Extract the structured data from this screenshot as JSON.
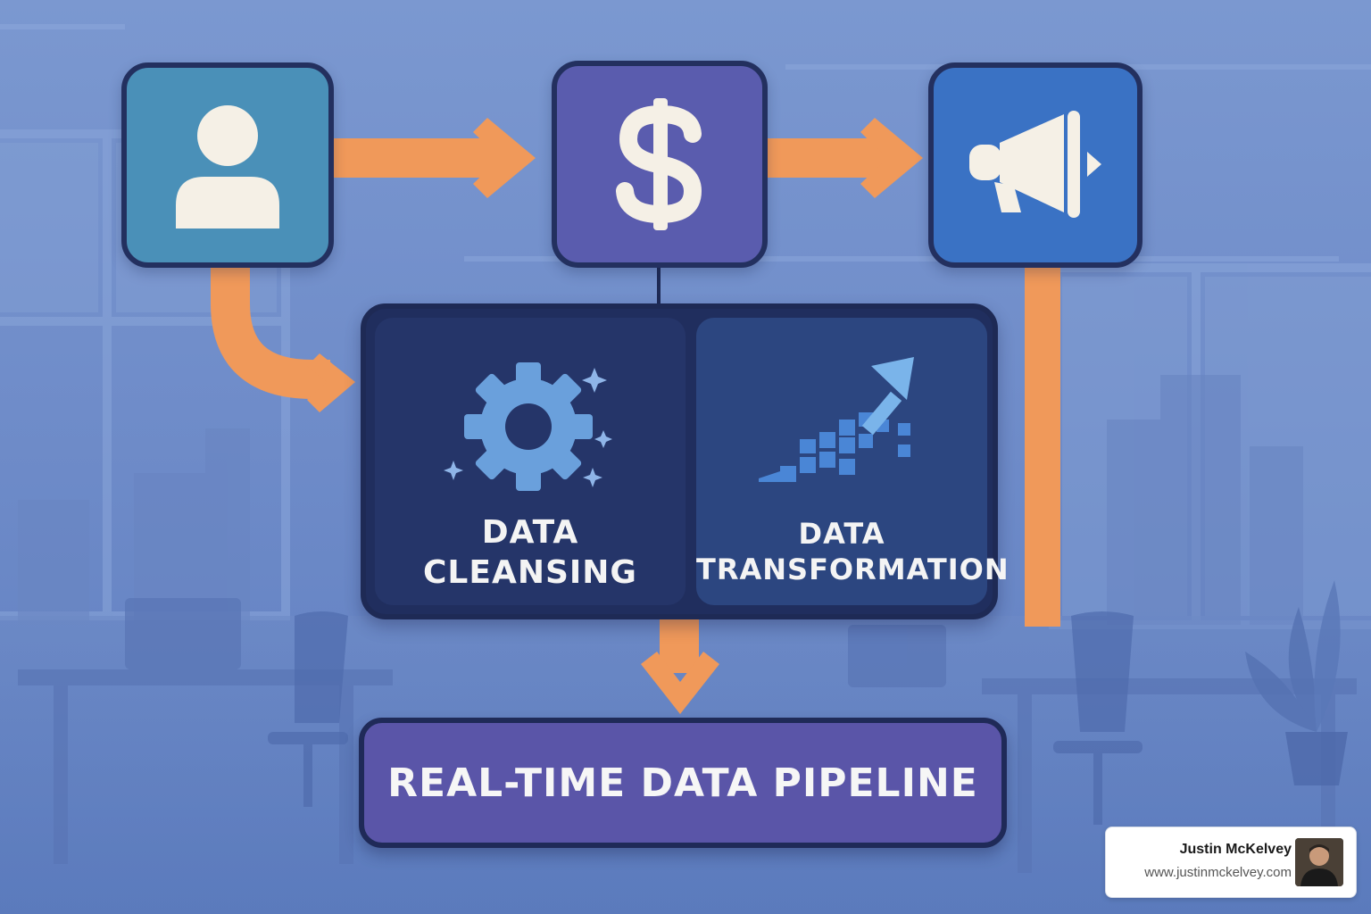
{
  "diagram": {
    "nodes": {
      "user": {
        "icon": "user-icon"
      },
      "revenue": {
        "icon": "dollar-icon"
      },
      "marketing": {
        "icon": "megaphone-icon"
      }
    },
    "cleansing": {
      "icon": "gear-icon",
      "label_line1": "DATA",
      "label_line2": "CLEANSING"
    },
    "transformation": {
      "icon": "growth-chart-icon",
      "label_line1": "DATA",
      "label_line2": "TRANSFORMATION"
    },
    "pipeline": {
      "label": "REAL-TIME DATA PIPELINE"
    }
  },
  "branding": {
    "name": "Justin McKelvey",
    "url": "www.justinmckelvey.com"
  },
  "colors": {
    "arrow": "#f0995a",
    "node_user": "#4a90b8",
    "node_dollar": "#5a5cae",
    "node_megaphone": "#3a72c4",
    "panel": "#202e5e",
    "pipeline": "#5a55a8"
  }
}
